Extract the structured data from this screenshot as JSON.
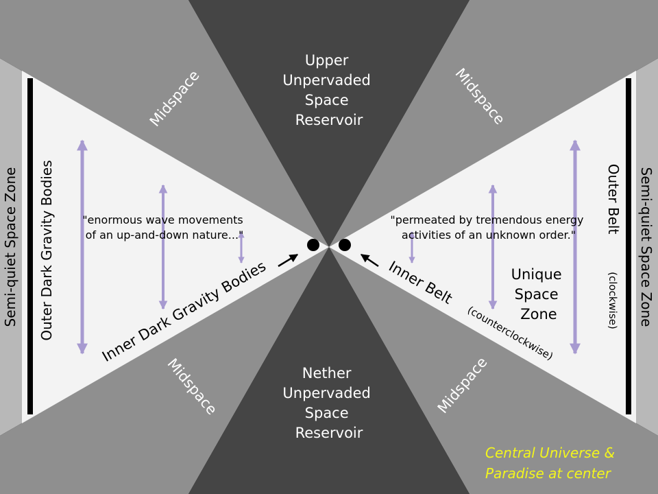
{
  "colors": {
    "background": "#000000",
    "side_band": "#b8b8b8",
    "midspace": "#8f8f8f",
    "reservoir": "#454545",
    "inner_zone": "#f3f3f3",
    "arrow": "#a79ad0",
    "highlight": "#f3f61c"
  },
  "zones": {
    "upper_reservoir": [
      "Upper",
      "Unpervaded",
      "Space",
      "Reservoir"
    ],
    "nether_reservoir": [
      "Nether",
      "Unpervaded",
      "Space",
      "Reservoir"
    ],
    "midspace_label": "Midspace",
    "semi_quiet_left": "Semi-quiet Space Zone",
    "semi_quiet_right": "Semi-quiet Space Zone",
    "outer_dark_gravity": "Outer Dark Gravity Bodies",
    "inner_dark_gravity": "Inner Dark Gravity Bodies",
    "outer_belt": "Outer Belt",
    "clockwise": "(clockwise)",
    "inner_belt": "Inner Belt",
    "counterclockwise": "(counterclockwise)",
    "unique_zone": [
      "Unique",
      "Space",
      "Zone"
    ]
  },
  "quotes": {
    "left": [
      "\"enormous wave movements",
      "of an up-and-down nature...\""
    ],
    "right": [
      "\"permeated by tremendous energy",
      "activities of an unknown order.\""
    ]
  },
  "center_note": [
    "Central Universe &",
    "Paradise at center"
  ],
  "icons": {
    "left_dot": "black-dot-icon",
    "right_dot": "black-dot-icon",
    "arrows": "double-headed-arrow-icon"
  }
}
